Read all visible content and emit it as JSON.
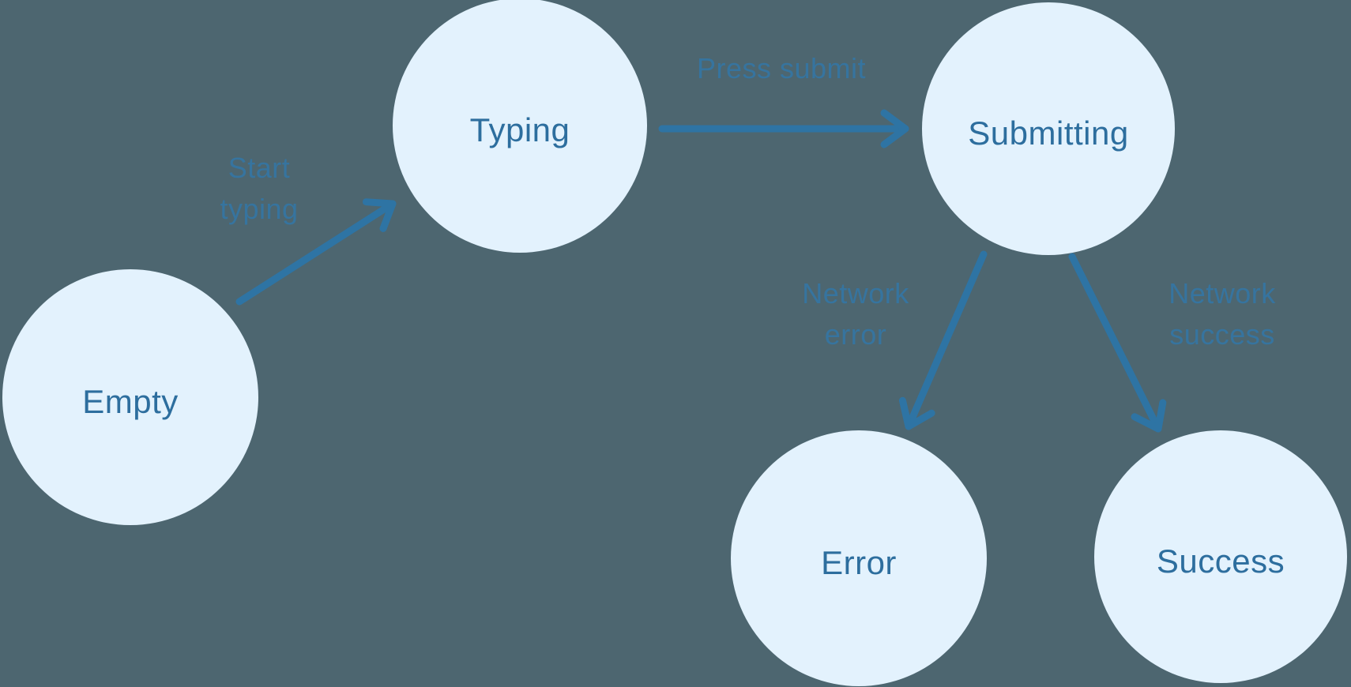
{
  "colors": {
    "background": "#4d6670",
    "node-fill": "#e3f2fd",
    "node-text": "#2d6e9e",
    "edge-stroke": "#2e74a4",
    "edge-label-text": "#36749f"
  },
  "diagram": {
    "type": "state-machine",
    "nodes": [
      {
        "id": "empty",
        "label": "Empty"
      },
      {
        "id": "typing",
        "label": "Typing"
      },
      {
        "id": "submitting",
        "label": "Submitting"
      },
      {
        "id": "error",
        "label": "Error"
      },
      {
        "id": "success",
        "label": "Success"
      }
    ],
    "edges": [
      {
        "from": "empty",
        "to": "typing",
        "label": "Start typing",
        "label_lines": [
          "Start",
          "typing"
        ]
      },
      {
        "from": "typing",
        "to": "submitting",
        "label": "Press submit",
        "label_lines": [
          "Press submit"
        ]
      },
      {
        "from": "submitting",
        "to": "error",
        "label": "Network error",
        "label_lines": [
          "Network",
          "error"
        ]
      },
      {
        "from": "submitting",
        "to": "success",
        "label": "Network success",
        "label_lines": [
          "Network",
          "success"
        ]
      }
    ]
  }
}
